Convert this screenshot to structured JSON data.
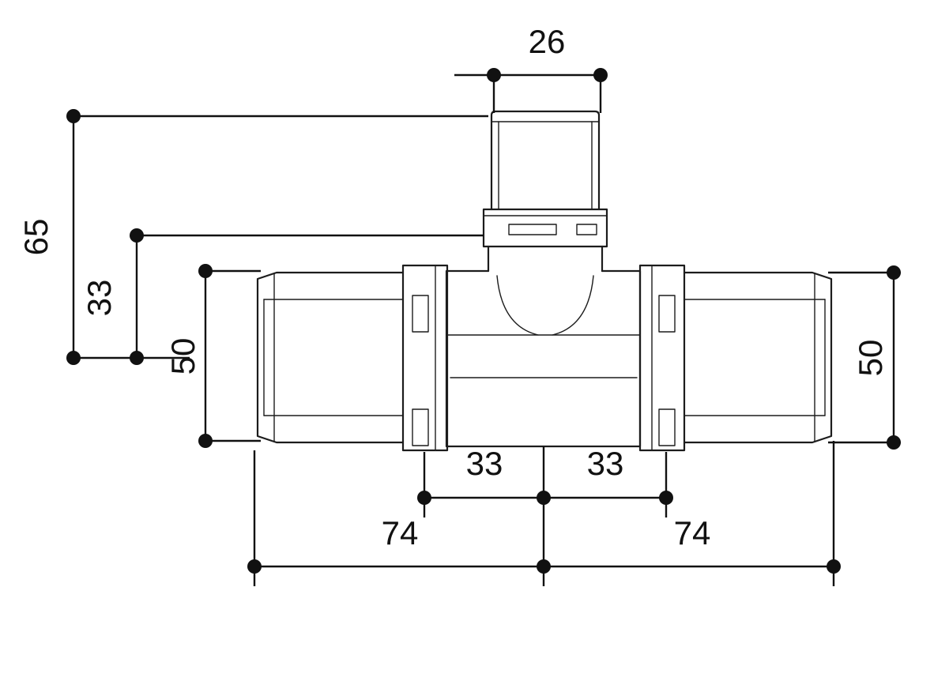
{
  "drawing": {
    "type": "technical-dimension-drawing",
    "subject": "press-fitting-tee",
    "colors": {
      "background": "#ffffff",
      "line": "#1c1c1c",
      "dimension": "#111111"
    },
    "dimensions": {
      "top_port_width": "26",
      "height_total": "65",
      "height_to_collar": "33",
      "left_port_diameter": "50",
      "right_port_diameter": "50",
      "center_to_left_collar": "33",
      "center_to_right_collar": "33",
      "center_to_left_end": "74",
      "center_to_right_end": "74"
    }
  }
}
